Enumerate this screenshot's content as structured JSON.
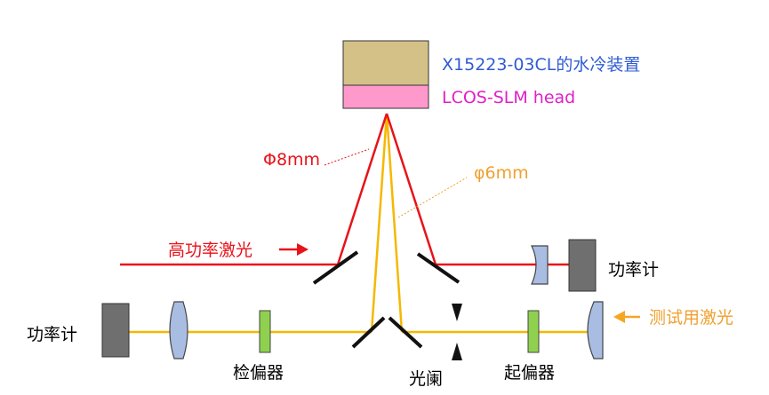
{
  "labels": {
    "cooling": "X15223-03CL的水冷装置",
    "slm_head": "LCOS-SLM head",
    "phi8": "Φ8mm",
    "phi6": "φ6mm",
    "high_power_laser": "高功率激光",
    "power_meter_right": "功率计",
    "power_meter_left": "功率计",
    "analyzer": "检偏器",
    "aperture": "光阑",
    "polarizer": "起偏器",
    "test_laser": "测试用激光"
  },
  "colors": {
    "cooling_box": "#d4c188",
    "slm_box": "#ff99cc",
    "high_power_beam": "#e8121a",
    "test_beam": "#f5b800",
    "label_blue": "#2f5bd3",
    "label_magenta": "#e020c8",
    "label_red": "#e8121a",
    "label_orange": "#f0a030",
    "arrow_orange": "#f5a623",
    "lens_fill": "#a9bde3",
    "polarizer_fill": "#8fd14f",
    "meter_fill": "#6f6f6f"
  }
}
